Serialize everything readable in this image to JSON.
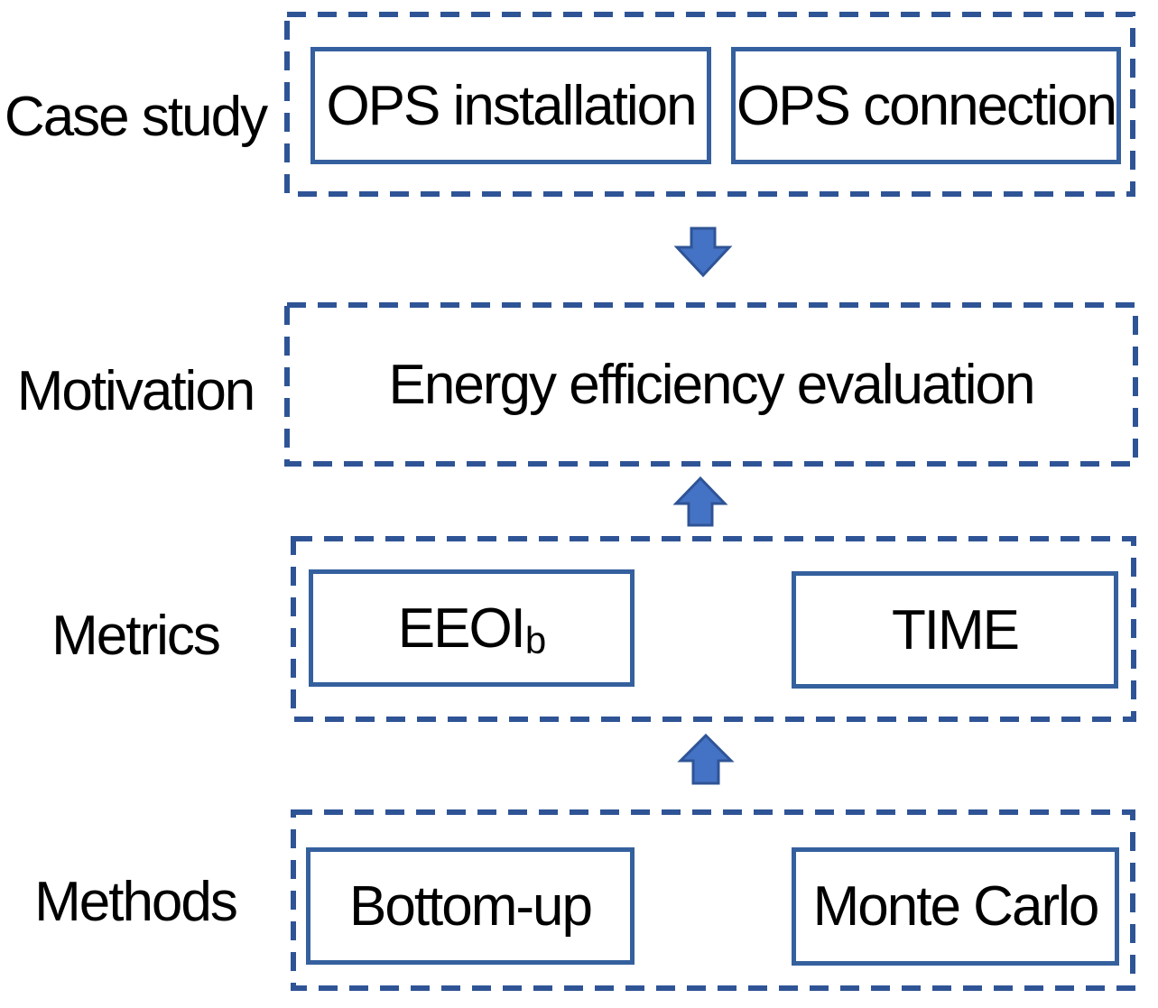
{
  "colors": {
    "background": "#FFFFFF",
    "text": "#000000",
    "dashed_border": "#2F5496",
    "solid_border": "#35609E",
    "arrow_fill": "#4472C4",
    "arrow_stroke": "#2F5496"
  },
  "rows": {
    "case_study": {
      "label": "Case study"
    },
    "motivation": {
      "label": "Motivation"
    },
    "metrics": {
      "label": "Metrics"
    },
    "methods": {
      "label": "Methods"
    }
  },
  "boxes": {
    "ops_installation": "OPS installation",
    "ops_connection": "OPS connection",
    "energy_efficiency": "Energy efficiency evaluation",
    "eeoi_main": "EEOI",
    "eeoi_sub": "b",
    "time": "TIME",
    "bottom_up": "Bottom-up",
    "monte_carlo": "Monte Carlo"
  },
  "arrows": [
    {
      "name": "case-study-to-motivation",
      "direction": "down"
    },
    {
      "name": "metrics-to-motivation",
      "direction": "up"
    },
    {
      "name": "methods-to-metrics",
      "direction": "up"
    }
  ]
}
